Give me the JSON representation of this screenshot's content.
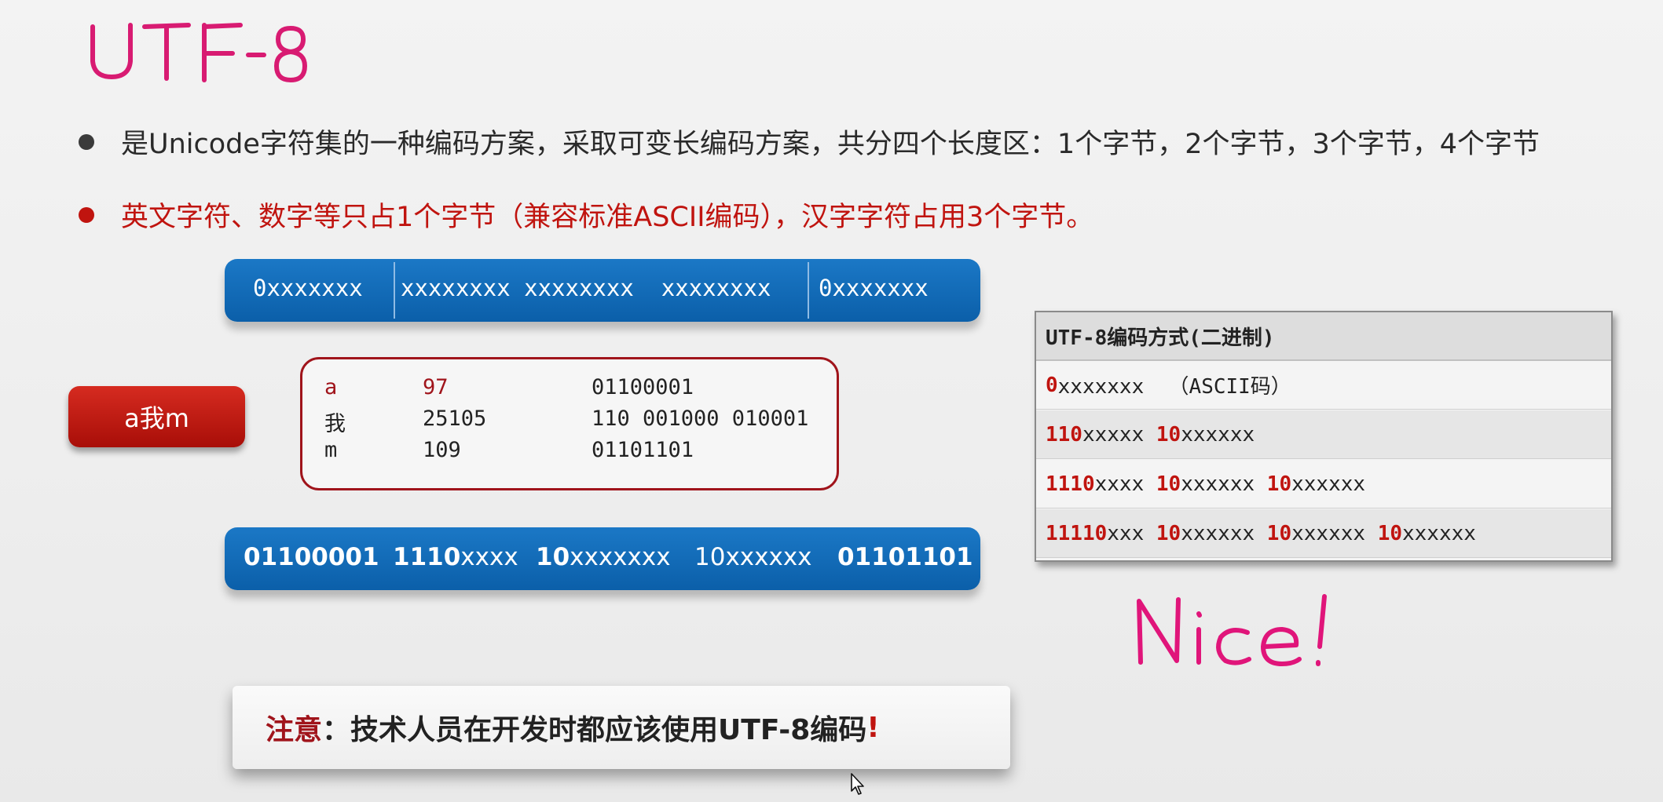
{
  "title": "UTF-8",
  "bullets": [
    "是Unicode字符集的一种编码方案，采取可变长编码方案，共分四个长度区：1个字节，2个字节，3个字节，4个字节",
    "英文字符、数字等只占1个字节（兼容标准ASCII编码），汉字字符占用3个字节。"
  ],
  "top_bar": {
    "segments": [
      "0xxxxxxx",
      "xxxxxxxx xxxxxxxx  xxxxxxxx",
      "0xxxxxxx"
    ]
  },
  "sample_button": "a我m",
  "code_table": [
    {
      "char": "a",
      "code": "97",
      "binary": "01100001"
    },
    {
      "char": "我",
      "code": "25105",
      "binary": "110 001000 010001"
    },
    {
      "char": "m",
      "code": "109",
      "binary": "01101101"
    }
  ],
  "bottom_bar": {
    "seg1": "01100001",
    "seg2_bold": "1110",
    "seg2_rest": "xxxx",
    "seg3_bold": "10",
    "seg3_rest": "xxxxxxx",
    "seg4": "10xxxxxx",
    "seg5": "01101101"
  },
  "encoding_table": {
    "header": "UTF-8编码方式(二进制)",
    "rows": [
      [
        {
          "t": "0",
          "red": true
        },
        {
          "t": "xxxxxxx  （ASCII码）",
          "red": false
        }
      ],
      [
        {
          "t": "110",
          "red": true
        },
        {
          "t": "xxxxx ",
          "red": false
        },
        {
          "t": "10",
          "red": true
        },
        {
          "t": "xxxxxx",
          "red": false
        }
      ],
      [
        {
          "t": "1110",
          "red": true
        },
        {
          "t": "xxxx ",
          "red": false
        },
        {
          "t": "10",
          "red": true
        },
        {
          "t": "xxxxxx ",
          "red": false
        },
        {
          "t": "10",
          "red": true
        },
        {
          "t": "xxxxxx",
          "red": false
        }
      ],
      [
        {
          "t": "11110",
          "red": true
        },
        {
          "t": "xxx ",
          "red": false
        },
        {
          "t": "10",
          "red": true
        },
        {
          "t": "xxxxxx ",
          "red": false
        },
        {
          "t": "10",
          "red": true
        },
        {
          "t": "xxxxxx ",
          "red": false
        },
        {
          "t": "10",
          "red": true
        },
        {
          "t": "xxxxxx",
          "red": false
        }
      ]
    ]
  },
  "handwritten": "Nice!",
  "note": {
    "lead": "注意",
    "colon": "：",
    "text": "技术人员在开发时都应该使用UTF-8编码",
    "bang": "!"
  },
  "colors": {
    "accent_red": "#c0140f",
    "dark_red": "#a0141b",
    "blue": "#0b5fa9",
    "handwriting_pink": "#e0157a"
  }
}
